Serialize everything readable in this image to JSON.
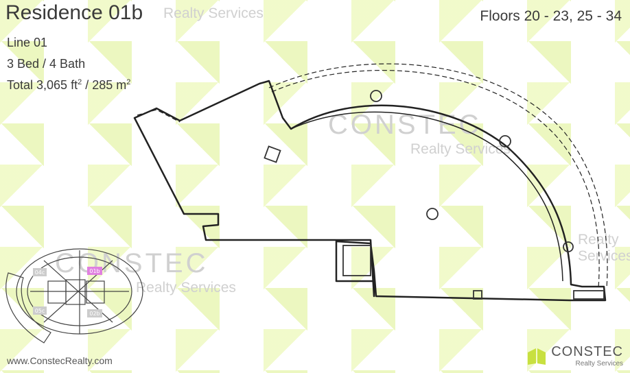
{
  "header": {
    "title": "Residence 01b",
    "floors": "Floors 20 - 23, 25 - 34"
  },
  "unit_info": {
    "line": "Line 01",
    "beds_baths": "3 Bed / 4 Bath",
    "total_label": "Total 3,065 ft",
    "total_sep": " / 285 m",
    "sup": "2"
  },
  "watermarks": {
    "brand": "CONSTEC",
    "tagline": "Realty Services"
  },
  "keyplan": {
    "labels": [
      "04c",
      "01b",
      "05c",
      "02b"
    ],
    "highlight_color": "#e080e0"
  },
  "footer": {
    "website": "www.ConstecRealty.com",
    "logo_name": "CONSTEC",
    "logo_tag": "Realty Services"
  },
  "colors": {
    "pattern": "#e4f4a0",
    "logo_green": "#c8e040"
  }
}
